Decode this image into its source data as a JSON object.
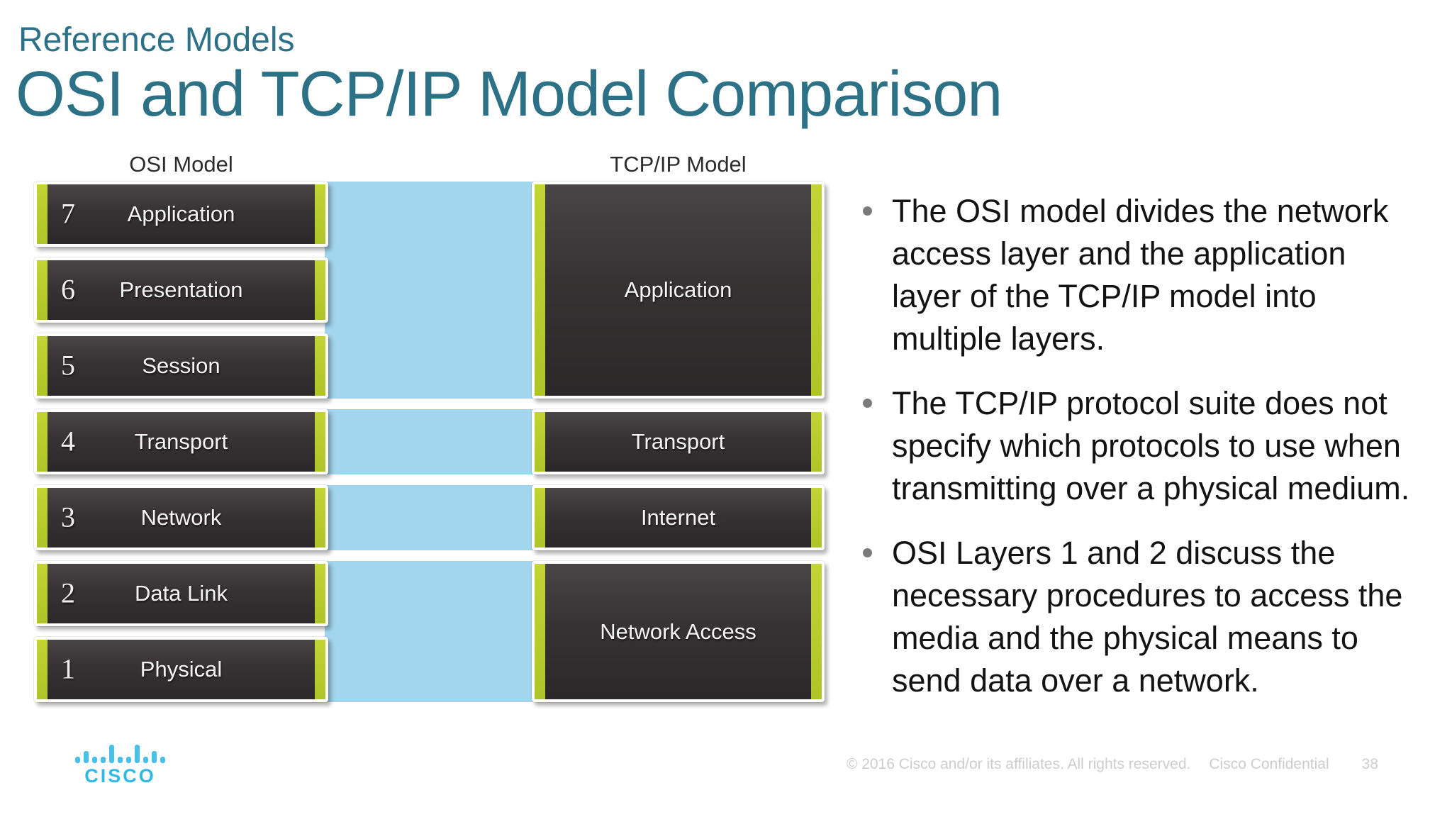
{
  "header": {
    "subtitle": "Reference Models",
    "title": "OSI and TCP/IP Model Comparison"
  },
  "diagram": {
    "osi_header": "OSI Model",
    "tcpip_header": "TCP/IP Model",
    "osi_layers": [
      {
        "number": "7",
        "label": "Application"
      },
      {
        "number": "6",
        "label": "Presentation"
      },
      {
        "number": "5",
        "label": "Session"
      },
      {
        "number": "4",
        "label": "Transport"
      },
      {
        "number": "3",
        "label": "Network"
      },
      {
        "number": "2",
        "label": "Data Link"
      },
      {
        "number": "1",
        "label": "Physical"
      }
    ],
    "tcpip_layers": [
      {
        "label": "Application"
      },
      {
        "label": "Transport"
      },
      {
        "label": "Internet"
      },
      {
        "label": "Network Access"
      }
    ],
    "colors": {
      "layer_fill_dark": "#37, gradient #4a4546-#2c2829",
      "layer_edge_green": "#b9cc2f",
      "mapping_band_blue": "#a2d5ee",
      "accent_teal": "#2d7186",
      "cisco_blue": "#49c0e8",
      "footer_gray": "#cdcdcd"
    }
  },
  "bullets": [
    "The OSI model divides the network access layer and the application layer of the TCP/IP model into multiple layers.",
    "The TCP/IP protocol suite does not specify which protocols to use when transmitting over a physical medium.",
    "OSI Layers 1 and 2 discuss the necessary procedures to access the media and the physical means to send data over a network."
  ],
  "footer": {
    "logo_text": "CISCO",
    "copyright": "© 2016  Cisco and/or its affiliates. All rights reserved.",
    "confidential": "Cisco Confidential",
    "page_number": "38"
  }
}
